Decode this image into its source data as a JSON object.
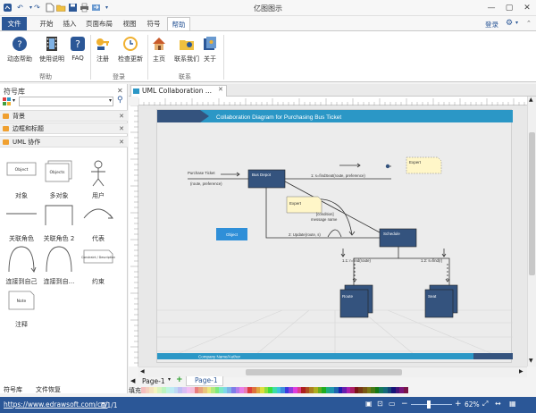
{
  "window": {
    "title": "亿图图示"
  },
  "tabs": [
    "文件",
    "开始",
    "插入",
    "页面布局",
    "视图",
    "符号",
    "帮助"
  ],
  "top_right": {
    "login": "登录"
  },
  "ribbon": {
    "groups": [
      {
        "label": "帮助",
        "buttons": [
          "动态帮助",
          "使用说明",
          "FAQ"
        ]
      },
      {
        "label": "登录",
        "buttons": [
          "注册",
          "检查更新"
        ]
      },
      {
        "label": "联系",
        "buttons": [
          "主页",
          "联系我们",
          "关于"
        ]
      }
    ]
  },
  "left_panel": {
    "title": "符号库",
    "libraries": [
      "背景",
      "边框和标题",
      "UML 协作"
    ],
    "shapes": [
      {
        "label": "对象",
        "text": "Object"
      },
      {
        "label": "多对象",
        "text": "Objects"
      },
      {
        "label": "用户"
      },
      {
        "label": "关联角色"
      },
      {
        "label": "关联角色 2"
      },
      {
        "label": "代表"
      },
      {
        "label": "连接到自己"
      },
      {
        "label": "连接到自..."
      },
      {
        "label": "约束",
        "text": "Constraint / Description"
      },
      {
        "label": "注释",
        "text": "Note"
      }
    ],
    "bottom_tabs": [
      "符号库",
      "文件恢复"
    ]
  },
  "document": {
    "tab": "UML Collaboration ..."
  },
  "diagram": {
    "header": "Collaboration Diagram for Purchasing Bus Ticket",
    "footer": "Company Name/Author",
    "purchase": "Purchase Ticket",
    "purchase_args": "(route, preference)",
    "bus_depot": "Bus Depot",
    "msg1": "1: s=findSeat(route, preference)",
    "expert1": "Expert",
    "expert2": "Expert",
    "condition": "[condition]",
    "msg_name": "message name",
    "msg2": "2: Update(route, s)",
    "object": "Object",
    "schedule": "Schedule",
    "msg11": "1.1: r=find(route)",
    "msg12": "1.2: s=find(r)",
    "route": "Route",
    "seat": "Seat"
  },
  "pagebar": {
    "page": "Page-1",
    "active_page": "Page-1",
    "fill_label": "填充"
  },
  "status": {
    "url": "https://www.edrawsoft.com/cn/",
    "page_info": "页1/1",
    "zoom": "62%"
  },
  "colors": {
    "accent": "#2b5797",
    "header_bar": "#2b97c6",
    "node": "#34537e",
    "note": "#fff6c8",
    "object_btn": "#2f8fd8"
  }
}
